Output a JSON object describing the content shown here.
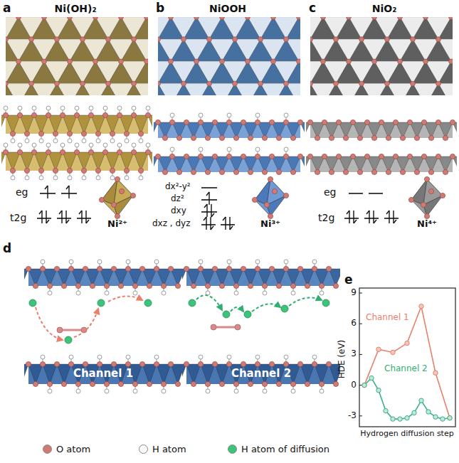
{
  "diagram": {
    "nodes": [
      {
        "text": [
          "Channel 1"
        ]
      },
      {
        "text": [
          "Channel 2"
        ]
      }
    ],
    "labels": [
      "a",
      "Ni(OH)₂",
      "b",
      "NiOOH",
      "c",
      "NiO₂",
      "eg",
      "t2g",
      "Ni²⁺",
      "dx²-y²",
      "dz²",
      "dxy",
      "dxz , dyz",
      "Ni³⁺",
      "eg",
      "t2g",
      "Ni⁴⁺",
      "d",
      "e",
      "9",
      "6",
      "3",
      "0",
      "-3",
      "HDE (eV)",
      "Channel 1",
      "Channel 2",
      "Hydrogen diffusion step"
    ],
    "legend": [
      {
        "text": "O atom",
        "color": "#d07a74"
      },
      {
        "text": "H atom",
        "color": "#fafafa"
      },
      {
        "text": "H atom of diffusion",
        "color": "#3cc47a"
      }
    ]
  }
}
